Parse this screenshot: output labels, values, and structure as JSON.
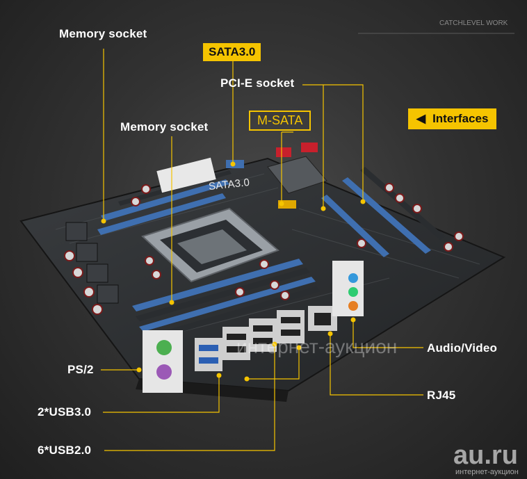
{
  "labels": {
    "memory_socket_top": "Memory socket",
    "memory_socket_mid": "Memory socket",
    "sata3_box": "SATA3.0",
    "sata3_board": "SATA3.0",
    "pcie_socket": "PCI-E socket",
    "msata": "M-SATA",
    "interfaces": "Interfaces",
    "audio_video": "Audio/Video",
    "ps2": "PS/2",
    "rj45": "RJ45",
    "usb3": "2*USB3.0",
    "usb2": "6*USB2.0"
  },
  "watermarks": {
    "top_right": "CATCHLEVEL WORK",
    "center": "интернет-аукцион",
    "logo": "au.ru",
    "logo_sub": "интернет-аукцион"
  },
  "colors": {
    "accent": "#f5c400",
    "label_text": "#ffffff",
    "pcb": "#2e3133",
    "ram_slot": "#3f6fb0"
  },
  "icons": {
    "interfaces_arrow": "triangle-left-icon"
  }
}
